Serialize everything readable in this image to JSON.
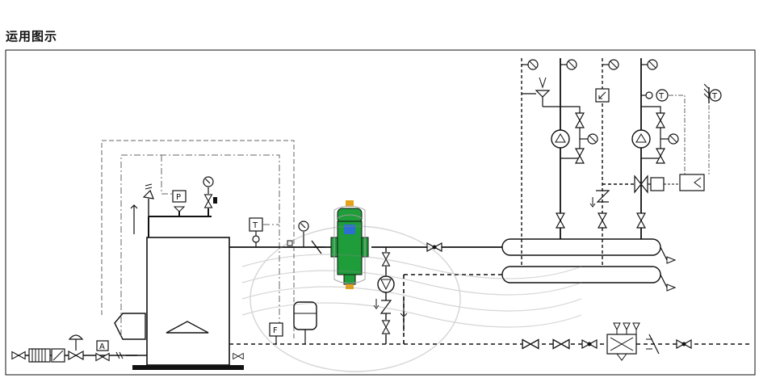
{
  "title": "运用图示",
  "symbols": {
    "pressure_gauge": "P",
    "thermometer": "T",
    "flow_meter": "F",
    "analyzer": "A"
  },
  "colors": {
    "line": "#111111",
    "separator_body": "#1f9d3a",
    "separator_cap": "#e8a21a",
    "separator_window": "#2c6fd1",
    "background": "#ffffff"
  },
  "icons": [
    "valve-icon",
    "pump-icon",
    "gauge-icon",
    "safety-valve-icon",
    "check-valve-icon",
    "strainer-icon",
    "controller-icon"
  ]
}
